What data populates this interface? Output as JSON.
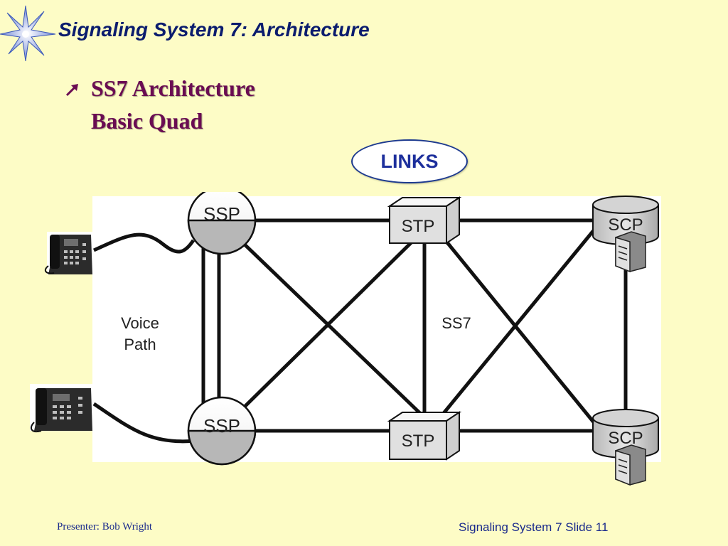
{
  "slide": {
    "title": "Signaling System 7:  Architecture",
    "bullet_line1": "SS7 Architecture",
    "bullet_line2": "Basic Quad",
    "links_label": "LINKS"
  },
  "diagram": {
    "ssp_top_label": "SSP",
    "ssp_bottom_label": "SSP",
    "stp_top_label": "STP",
    "stp_bottom_label": "STP",
    "scp_top_label": "SCP",
    "scp_bottom_label": "SCP",
    "center_label": "SS7",
    "voice_line1": "Voice",
    "voice_line2": "Path",
    "icons": [
      "telephone-icon",
      "server-icon",
      "star-logo-icon",
      "bullet-arrow-icon"
    ]
  },
  "footer": {
    "presenter": "Presenter: Bob Wright",
    "slide_ref": "Signaling System 7 Slide 11"
  },
  "colors": {
    "background": "#fdfcc6",
    "title": "#0b1c6e",
    "heading": "#6a0c52",
    "links_text": "#1d2f9c",
    "footer": "#1a2a8c"
  }
}
